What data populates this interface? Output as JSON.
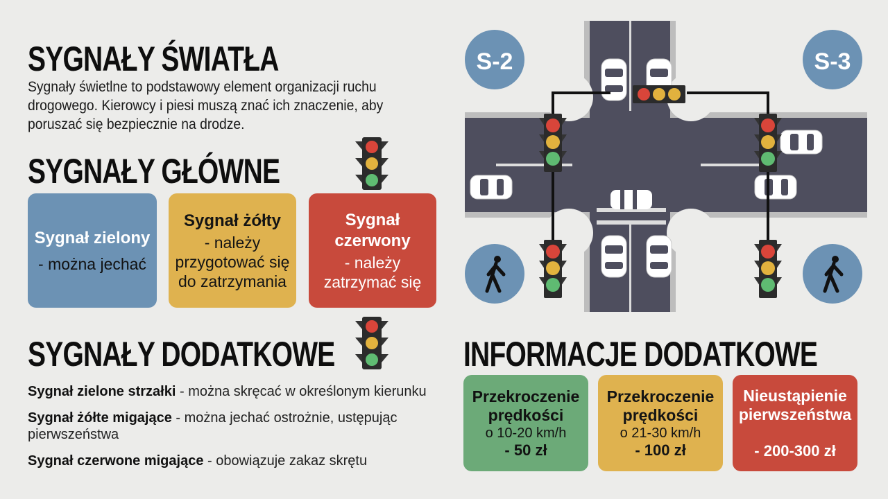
{
  "title": "SYGNAŁY ŚWIATŁA",
  "intro": "Sygnały świetlne to podstawowy element organizacji ruchu drogowego. Kierowcy i piesi muszą znać ich znaczenie, aby poruszać się bezpiecznie na drodze.",
  "main_signals": {
    "heading": "SYGNAŁY GŁÓWNE",
    "cards": [
      {
        "title": "Sygnał zielony",
        "desc": "- można jechać",
        "color": "#6c92b4"
      },
      {
        "title": "Sygnał żółty",
        "desc": "- należy przygotować się do zatrzymania",
        "color": "#dfb24f"
      },
      {
        "title": "Sygnał czerwony",
        "desc": "- należy zatrzymać się",
        "color": "#c84a3c"
      }
    ]
  },
  "extra_signals": {
    "heading": "SYGNAŁY DODATKOWE",
    "items": [
      {
        "name": "Sygnał zielone strzałki",
        "desc": " - można skręcać w określonym kierunku"
      },
      {
        "name": "Sygnał żółte migające",
        "desc": " - można jechać ostrożnie, ustępując pierwszeństwa"
      },
      {
        "name": "Sygnał czerwone migające",
        "desc": " - obowiązuje zakaz skrętu"
      }
    ]
  },
  "diagram": {
    "badges": [
      "S-2",
      "S-3"
    ],
    "icons": [
      "pedestrian-icon",
      "pedestrian-icon"
    ],
    "colors": {
      "road": "#4e4e5e",
      "badge": "#6c92b4",
      "red": "#d9453a",
      "yellow": "#e2b23e",
      "green": "#5fbb72"
    }
  },
  "info": {
    "heading": "INFORMACJE DODATKOWE",
    "cards": [
      {
        "title": "Przekroczenie prędkości",
        "desc": "o 10-20 km/h",
        "amount": "- 50 zł",
        "color": "#6caa78"
      },
      {
        "title": "Przekroczenie prędkości",
        "desc": "o 21-30 km/h",
        "amount": "- 100 zł",
        "color": "#dfb24f"
      },
      {
        "title": "Nieustąpienie pierwszeństwa",
        "desc": "",
        "amount": "- 200-300 zł",
        "color": "#c84a3c"
      }
    ]
  }
}
